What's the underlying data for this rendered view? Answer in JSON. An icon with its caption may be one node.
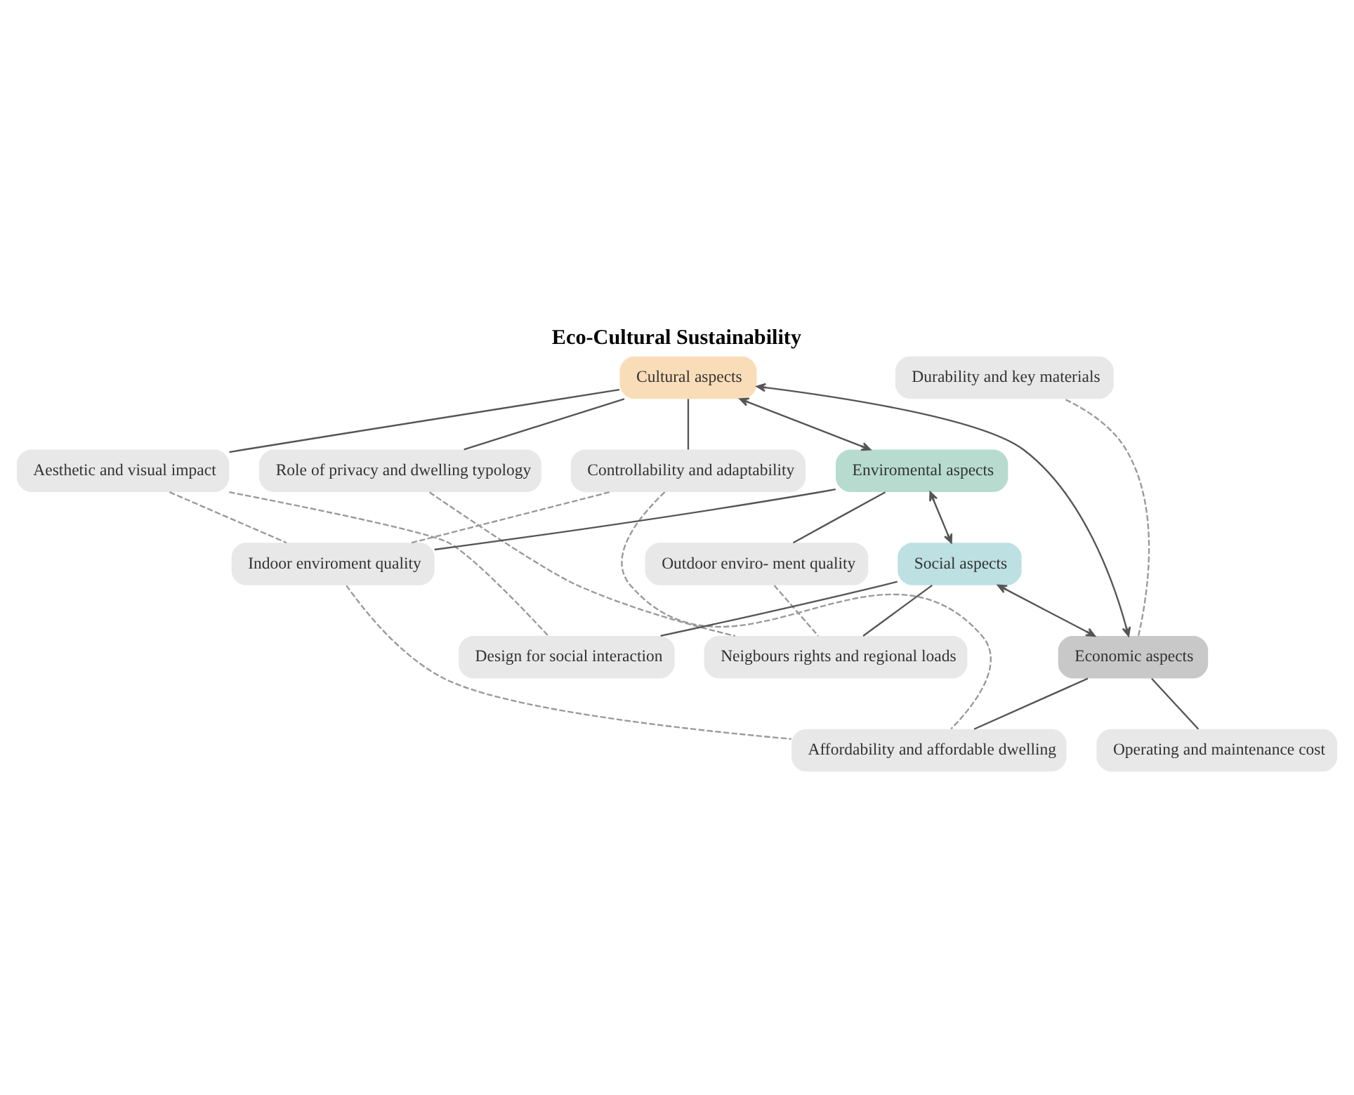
{
  "diagram": {
    "title": "Eco-Cultural Sustainability",
    "nodes": [
      {
        "text": [
          "Cultural aspects"
        ]
      },
      {
        "text": [
          "Aesthetic and visual impact"
        ]
      },
      {
        "text": [
          "Role of privacy and dwelling typology"
        ]
      },
      {
        "text": [
          "Controllability and adaptability"
        ]
      },
      {
        "text": [
          "Enviromental aspects"
        ]
      },
      {
        "text": [
          "Economic aspects"
        ]
      },
      {
        "text": [
          "Indoor enviroment quality"
        ]
      },
      {
        "text": [
          "Outdoor enviro- ment quality"
        ]
      },
      {
        "text": [
          "Social aspects"
        ]
      },
      {
        "text": [
          "Design for social interaction"
        ]
      },
      {
        "text": [
          "Neigbours rights and regional loads"
        ]
      },
      {
        "text": [
          "Affordability and affordable dwelling"
        ]
      },
      {
        "text": [
          "Durability and key materials"
        ]
      },
      {
        "text": [
          "Operating and maintenance cost"
        ]
      }
    ],
    "edges": [
      {
        "from": 0,
        "to": 1,
        "arrow": "none"
      },
      {
        "from": 0,
        "to": 2,
        "arrow": "none"
      },
      {
        "from": 0,
        "to": 3,
        "arrow": "none"
      },
      {
        "from": 0,
        "to": 4,
        "arrow": "both"
      },
      {
        "from": 0,
        "to": 5,
        "arrow": "both"
      },
      {
        "from": 4,
        "to": 8,
        "arrow": "both"
      },
      {
        "from": 8,
        "to": 5,
        "arrow": "both"
      },
      {
        "from": 4,
        "to": 6,
        "arrow": "none"
      },
      {
        "from": 4,
        "to": 7,
        "arrow": "none"
      },
      {
        "from": 8,
        "to": 9,
        "arrow": "none"
      },
      {
        "from": 8,
        "to": 10,
        "arrow": "none"
      },
      {
        "from": 5,
        "to": 11,
        "arrow": "none"
      },
      {
        "from": 5,
        "to": 12,
        "arrow": "none",
        "style": "dashed",
        "color": "#999999"
      },
      {
        "from": 5,
        "to": 13,
        "arrow": "none"
      },
      {
        "from": 1,
        "to": 6,
        "arrow": "none",
        "style": "dashed",
        "color": "#999999"
      },
      {
        "from": 1,
        "to": 9,
        "arrow": "none",
        "style": "dashed",
        "color": "#999999"
      },
      {
        "from": 2,
        "to": 10,
        "arrow": "none",
        "style": "dashed",
        "color": "#999999"
      },
      {
        "from": 3,
        "to": 6,
        "arrow": "none",
        "style": "dashed",
        "color": "#999999"
      },
      {
        "from": 3,
        "to": 11,
        "arrow": "none",
        "style": "dashed",
        "color": "#999999"
      },
      {
        "from": 6,
        "to": 11,
        "arrow": "none",
        "style": "dashed",
        "color": "#999999"
      },
      {
        "from": 7,
        "to": 10,
        "arrow": "none",
        "style": "dashed",
        "color": "#999999"
      }
    ]
  }
}
